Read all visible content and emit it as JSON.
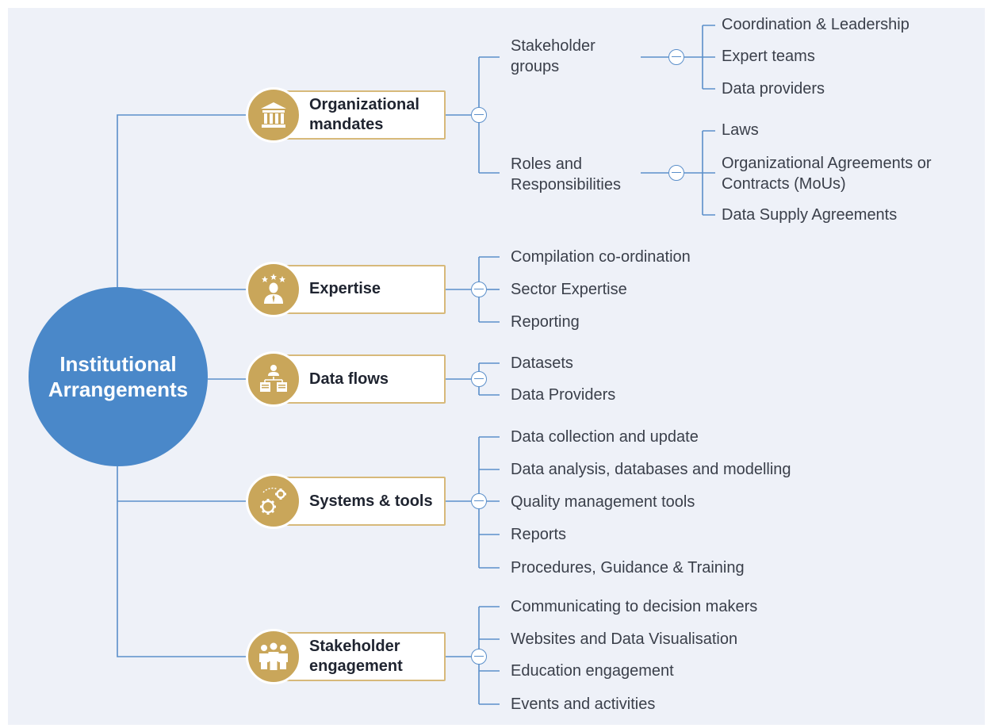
{
  "hub": {
    "title": "Institutional\nArrangements"
  },
  "colors": {
    "hub": "#4a88c9",
    "gold": "#c9a65a",
    "line": "#5b8fca"
  },
  "categories": [
    {
      "label": "Organizational\nmandates",
      "icon": "building-columns-icon",
      "groups": [
        {
          "label": "Stakeholder\ngroups",
          "items": [
            "Coordination & Leadership",
            "Expert teams",
            "Data providers"
          ]
        },
        {
          "label": "Roles and\nResponsibilities",
          "items": [
            "Laws",
            "Organizational Agreements or\nContracts (MoUs)",
            "Data Supply Agreements"
          ]
        }
      ]
    },
    {
      "label": "Expertise",
      "icon": "expert-person-icon",
      "items": [
        "Compilation co-ordination",
        "Sector Expertise",
        "Reporting"
      ]
    },
    {
      "label": "Data flows",
      "icon": "data-flow-icon",
      "items": [
        "Datasets",
        "Data Providers"
      ]
    },
    {
      "label": "Systems & tools",
      "icon": "gears-icon",
      "items": [
        "Data collection and update",
        "Data analysis, databases and modelling",
        "Quality management tools",
        "Reports",
        "Procedures, Guidance & Training"
      ]
    },
    {
      "label": "Stakeholder\nengagement",
      "icon": "people-group-icon",
      "items": [
        "Communicating to decision makers",
        "Websites and Data Visualisation",
        "Education engagement",
        "Events and activities"
      ]
    }
  ]
}
